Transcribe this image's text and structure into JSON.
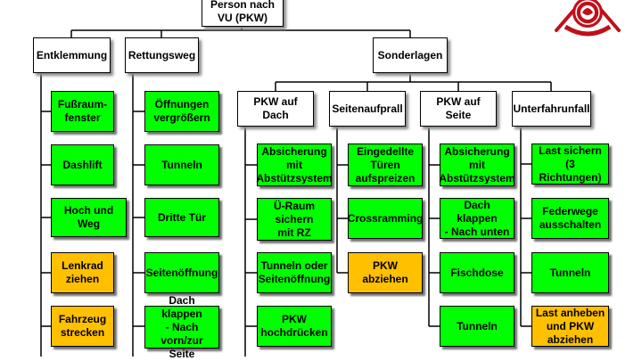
{
  "colors": {
    "green": "#00ff00",
    "orange": "#ffc000",
    "line": "#000000",
    "logo_red": "#c0101a"
  },
  "root": {
    "label": "Person nach\nVU (PKW)"
  },
  "logo": {
    "icon": "fire-department-emblem-icon"
  },
  "headers": [
    {
      "id": "entklemmung",
      "label": "Entklemmung"
    },
    {
      "id": "rettungsweg",
      "label": "Rettungsweg"
    },
    {
      "id": "sonderlagen",
      "label": "Sonderlagen"
    },
    {
      "id": "pkw_dach",
      "label": "PKW auf Dach"
    },
    {
      "id": "seitenaufprall",
      "label": "Seitenaufprall"
    },
    {
      "id": "pkw_seite",
      "label": "PKW auf Seite"
    },
    {
      "id": "unterfahrunfall",
      "label": "Unterfahrunfall"
    }
  ],
  "columns": [
    {
      "parent": "entklemmung",
      "items": [
        {
          "label": "Fußraum-\nfenster",
          "color": "green"
        },
        {
          "label": "Dashlift",
          "color": "green"
        },
        {
          "label": "Hoch und Weg",
          "color": "green"
        },
        {
          "label": "Lenkrad\nziehen",
          "color": "orange"
        },
        {
          "label": "Fahrzeug\nstrecken",
          "color": "orange"
        }
      ]
    },
    {
      "parent": "rettungsweg",
      "items": [
        {
          "label": "Öffnungen\nvergrößern",
          "color": "green"
        },
        {
          "label": "Tunneln",
          "color": "green"
        },
        {
          "label": "Dritte Tür",
          "color": "green"
        },
        {
          "label": "Seitenöffnung",
          "color": "green"
        },
        {
          "label": "Dach klappen\n- Nach vorn/zur\nSeite",
          "color": "green"
        }
      ]
    },
    {
      "parent": "pkw_dach",
      "items": [
        {
          "label": "Absicherung\nmit\nAbstützsystem",
          "color": "green"
        },
        {
          "label": "Ü-Raum\nsichern\nmit RZ",
          "color": "green"
        },
        {
          "label": "Tunneln oder\nSeitenöffnung",
          "color": "green"
        },
        {
          "label": "PKW\nhochdrücken",
          "color": "green"
        }
      ]
    },
    {
      "parent": "seitenaufprall",
      "items": [
        {
          "label": "Eingedellte\nTüren\naufspreizen",
          "color": "green"
        },
        {
          "label": "Crossramming",
          "color": "green"
        },
        {
          "label": "PKW abziehen",
          "color": "orange"
        }
      ]
    },
    {
      "parent": "pkw_seite",
      "items": [
        {
          "label": "Absicherung\nmit\nAbstützsystem",
          "color": "green"
        },
        {
          "label": "Dach klappen\n- Nach unten",
          "color": "green"
        },
        {
          "label": "Fischdose",
          "color": "green"
        },
        {
          "label": "Tunneln",
          "color": "green"
        }
      ]
    },
    {
      "parent": "unterfahrunfall",
      "items": [
        {
          "label": "Last sichern\n(3 Richtungen)",
          "color": "green"
        },
        {
          "label": "Federwege\nausschalten",
          "color": "green"
        },
        {
          "label": "Tunneln",
          "color": "green"
        },
        {
          "label": "Last anheben\nund PKW\nabziehen",
          "color": "orange"
        }
      ]
    }
  ]
}
